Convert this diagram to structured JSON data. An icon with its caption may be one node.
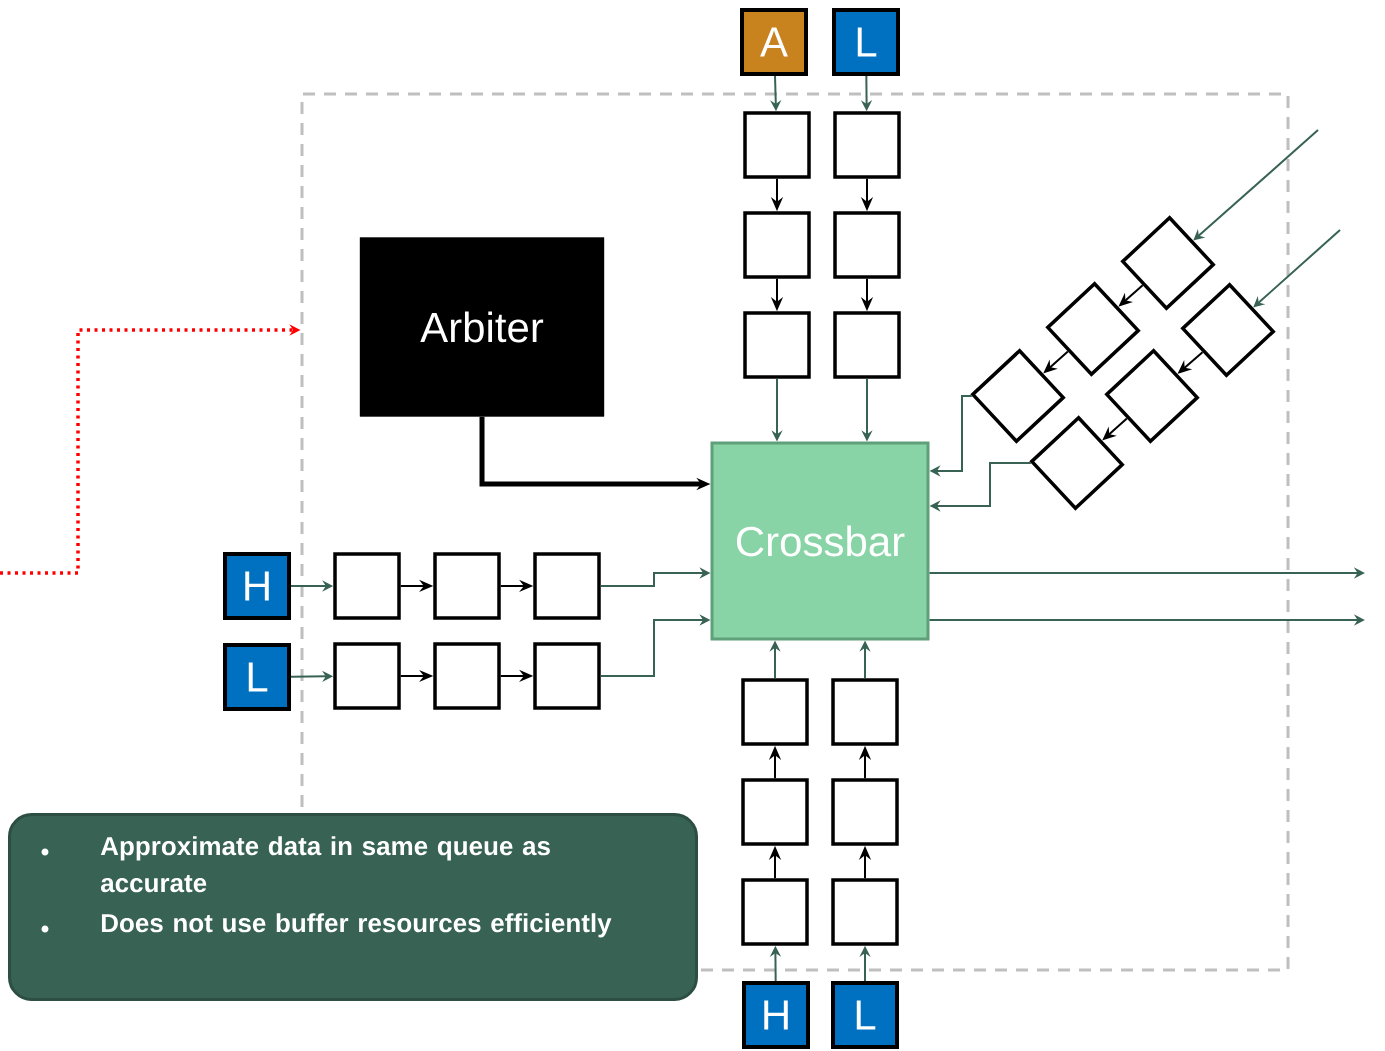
{
  "diagram": {
    "nodes": [
      {
        "text": [],
        "shape": "box"
      },
      {
        "text": [
          "A"
        ]
      },
      {
        "text": [
          "L"
        ]
      },
      {
        "text": [
          "Arbiter"
        ],
        "in": 0
      },
      {
        "text": [
          "Crossbar"
        ],
        "in": 0
      },
      {
        "text": [
          "H"
        ]
      },
      {
        "text": [
          "L"
        ]
      },
      {
        "text": [
          "Approximate data in same queue as accurate",
          "Does not use buffer resources efficiently"
        ]
      },
      {
        "text": [
          "H"
        ]
      },
      {
        "text": [
          "L"
        ]
      },
      {
        "text": [],
        "shape": "box",
        "in": 0
      },
      {
        "text": [],
        "shape": "box",
        "in": 0
      },
      {
        "text": [],
        "shape": "box",
        "in": 0
      },
      {
        "text": [],
        "shape": "box",
        "in": 0
      },
      {
        "text": [],
        "shape": "box",
        "in": 0
      },
      {
        "text": [],
        "shape": "box",
        "in": 0
      },
      {
        "text": [],
        "shape": "box",
        "in": 0
      },
      {
        "text": [],
        "shape": "box",
        "in": 0
      },
      {
        "text": [],
        "shape": "box",
        "in": 0
      },
      {
        "text": [],
        "shape": "box",
        "in": 0
      },
      {
        "text": [],
        "shape": "box",
        "in": 0
      },
      {
        "text": [],
        "shape": "box",
        "in": 0
      },
      {
        "text": [],
        "shape": "box",
        "in": 0
      },
      {
        "text": [],
        "shape": "box",
        "in": 0
      },
      {
        "text": [],
        "shape": "box",
        "in": 0
      },
      {
        "text": [],
        "shape": "box",
        "in": 0
      },
      {
        "text": [],
        "shape": "box",
        "in": 0
      },
      {
        "text": [],
        "shape": "box",
        "in": 0
      },
      {
        "text": [],
        "shape": "diamond",
        "in": 0
      },
      {
        "text": [],
        "shape": "diamond",
        "in": 0
      },
      {
        "text": [],
        "shape": "diamond",
        "in": 0
      },
      {
        "text": [],
        "shape": "diamond",
        "in": 0
      },
      {
        "text": [],
        "shape": "diamond",
        "in": 0
      },
      {
        "text": [],
        "shape": "diamond",
        "in": 0
      }
    ],
    "edges": [
      {
        "from": null,
        "to": 0,
        "arrow": "to",
        "style": "dashed",
        "color": "#ff0000"
      },
      {
        "from": 1,
        "to": 10,
        "arrow": "to"
      },
      {
        "from": 10,
        "to": 11,
        "arrow": "to",
        "color": "#000000"
      },
      {
        "from": 11,
        "to": 12,
        "arrow": "to",
        "color": "#000000"
      },
      {
        "from": 12,
        "to": 4,
        "arrow": "to"
      },
      {
        "from": 2,
        "to": 13,
        "arrow": "to"
      },
      {
        "from": 13,
        "to": 14,
        "arrow": "to",
        "color": "#000000"
      },
      {
        "from": 14,
        "to": 15,
        "arrow": "to",
        "color": "#000000"
      },
      {
        "from": 15,
        "to": 4,
        "arrow": "to"
      },
      {
        "from": 5,
        "to": 16,
        "arrow": "to"
      },
      {
        "from": 16,
        "to": 17,
        "arrow": "to",
        "color": "#000000"
      },
      {
        "from": 17,
        "to": 18,
        "arrow": "to",
        "color": "#000000"
      },
      {
        "from": 18,
        "to": 4,
        "arrow": "to"
      },
      {
        "from": 6,
        "to": 19,
        "arrow": "to"
      },
      {
        "from": 19,
        "to": 20,
        "arrow": "to",
        "color": "#000000"
      },
      {
        "from": 20,
        "to": 21,
        "arrow": "to",
        "color": "#000000"
      },
      {
        "from": 21,
        "to": 4,
        "arrow": "to"
      },
      {
        "from": 8,
        "to": 24,
        "arrow": "to"
      },
      {
        "from": 24,
        "to": 23,
        "arrow": "to",
        "color": "#000000"
      },
      {
        "from": 23,
        "to": 22,
        "arrow": "to",
        "color": "#000000"
      },
      {
        "from": 22,
        "to": 4,
        "arrow": "to"
      },
      {
        "from": 9,
        "to": 27,
        "arrow": "to"
      },
      {
        "from": 27,
        "to": 26,
        "arrow": "to",
        "color": "#000000"
      },
      {
        "from": 26,
        "to": 25,
        "arrow": "to",
        "color": "#000000"
      },
      {
        "from": 25,
        "to": 4,
        "arrow": "to"
      },
      {
        "from": null,
        "to": 28,
        "arrow": "to"
      },
      {
        "from": 28,
        "to": 29,
        "arrow": "to",
        "color": "#000000"
      },
      {
        "from": 29,
        "to": 30,
        "arrow": "to",
        "color": "#000000"
      },
      {
        "from": 30,
        "to": 4,
        "arrow": "to"
      },
      {
        "from": null,
        "to": 31,
        "arrow": "to"
      },
      {
        "from": 31,
        "to": 32,
        "arrow": "to",
        "color": "#000000"
      },
      {
        "from": 32,
        "to": 33,
        "arrow": "to",
        "color": "#000000"
      },
      {
        "from": 33,
        "to": 4,
        "arrow": "to"
      },
      {
        "from": 4,
        "to": null,
        "arrow": "to"
      },
      {
        "from": 4,
        "to": null,
        "arrow": "to"
      },
      {
        "from": 3,
        "to": 4,
        "arrow": "to",
        "style": "thick",
        "color": "#000000"
      }
    ]
  }
}
